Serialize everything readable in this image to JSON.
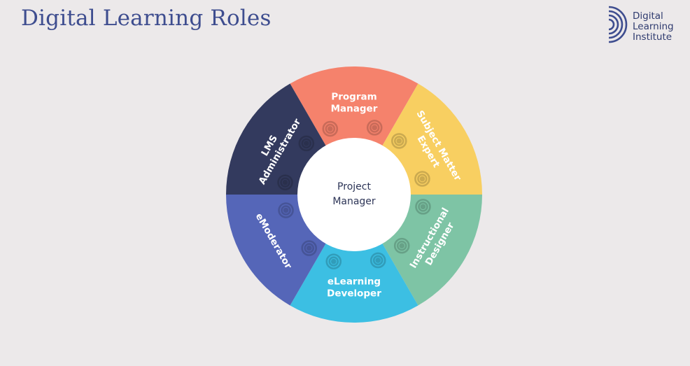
{
  "title": "Digital Learning Roles",
  "logo": {
    "lines": [
      "Digital",
      "Learning",
      "Institute"
    ],
    "icon": "concentric-arcs-icon",
    "color": "#3e4d8f"
  },
  "wheel": {
    "center": {
      "lines": [
        "Project",
        "Manager"
      ]
    },
    "segments": [
      {
        "id": "program-manager",
        "lines": [
          "Program",
          "Manager"
        ],
        "color": "#f5826c"
      },
      {
        "id": "subject-matter-expert",
        "lines": [
          "Subject Matter",
          "Expert"
        ],
        "color": "#f8cf61"
      },
      {
        "id": "instructional-designer",
        "lines": [
          "Instructional",
          "Designer"
        ],
        "color": "#7ec4a5"
      },
      {
        "id": "elearning-developer",
        "lines": [
          "eLearning",
          "Developer"
        ],
        "color": "#3cbfe3"
      },
      {
        "id": "emoderator",
        "lines": [
          "eModerator"
        ],
        "color": "#5566b8"
      },
      {
        "id": "lms-administrator",
        "lines": [
          "LMS",
          "Administrator"
        ],
        "color": "#333a5e"
      }
    ]
  }
}
